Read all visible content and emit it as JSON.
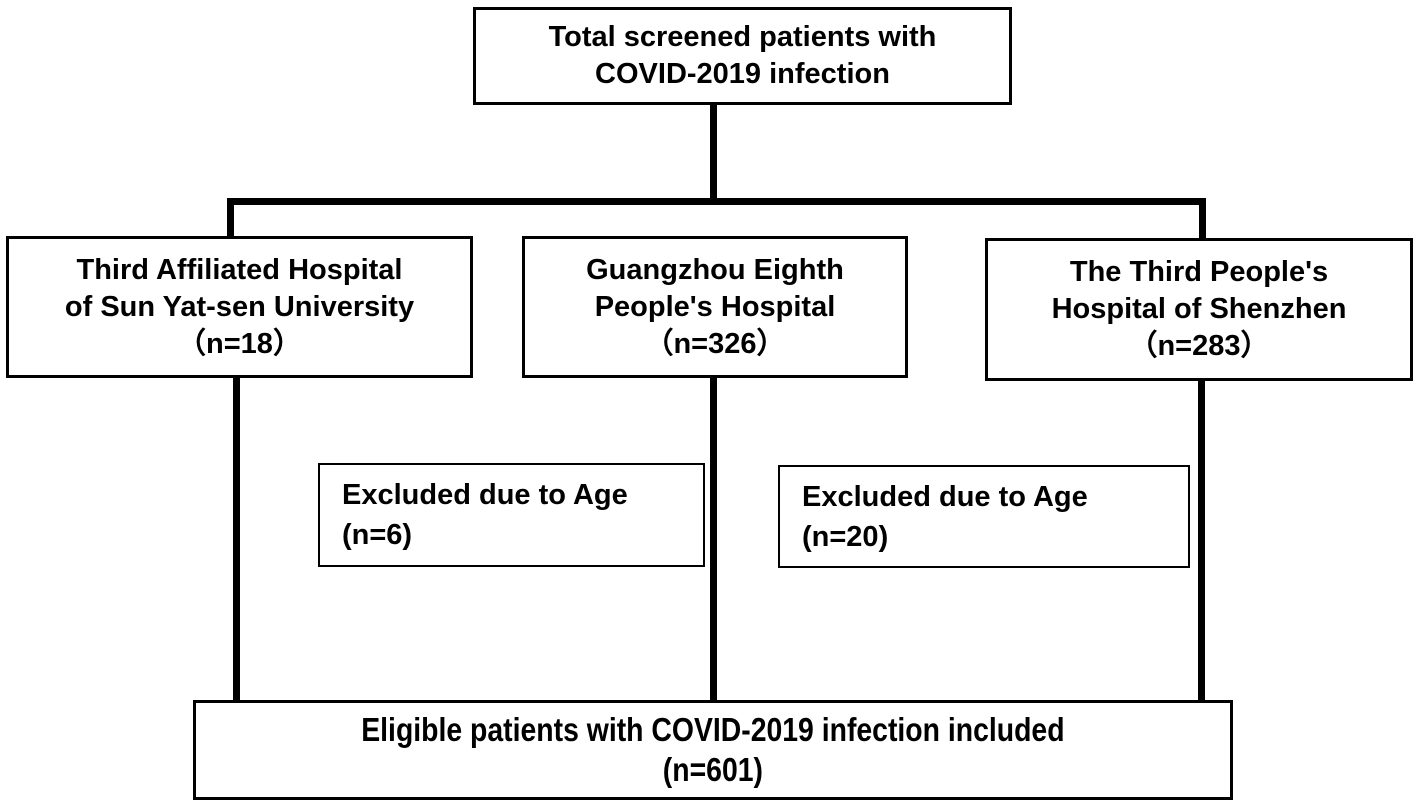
{
  "diagram": {
    "type": "patient-flowchart",
    "colors": {
      "line": "#000000",
      "box_border": "#000000",
      "box_background": "#ffffff",
      "text": "#000000",
      "page_background": "#ffffff"
    }
  },
  "nodes": {
    "total": {
      "line1": "Total screened patients with",
      "line2": "COVID-2019 infection"
    },
    "hospital_sysu": {
      "line1": "Third Affiliated Hospital",
      "line2": "of Sun Yat-sen University",
      "line3": "（n=18）"
    },
    "hospital_gz8": {
      "line1": "Guangzhou Eighth",
      "line2": "People's Hospital",
      "line3": "（n=326）"
    },
    "hospital_sz3": {
      "line1": "The Third People's",
      "line2": "Hospital of Shenzhen",
      "line3": "（n=283）"
    },
    "excluded_gz8": {
      "line1": "Excluded due to Age",
      "line2": "(n=6)"
    },
    "excluded_sz3": {
      "line1": "Excluded due to Age",
      "line2": "(n=20)"
    },
    "eligible": {
      "line1": "Eligible patients with COVID-2019 infection included",
      "line2": "(n=601)"
    }
  }
}
